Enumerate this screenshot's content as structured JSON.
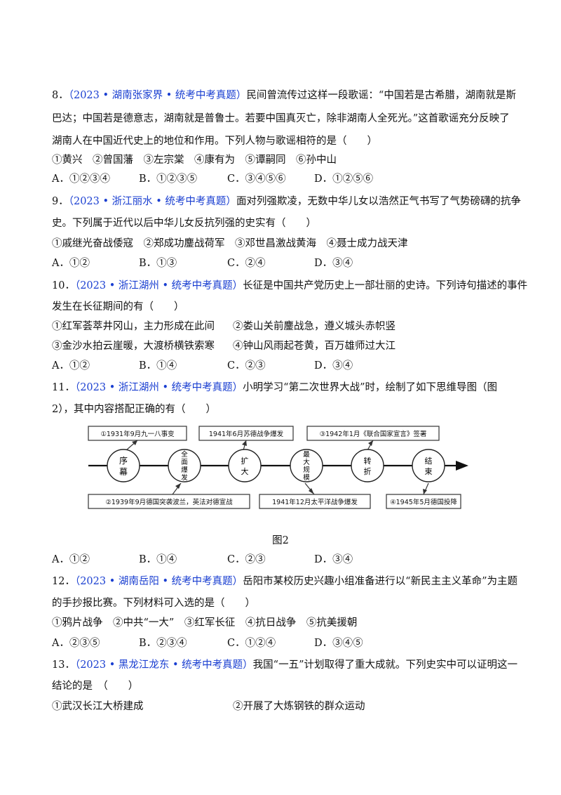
{
  "questions": [
    {
      "num": "8．",
      "source": "（2023 • 湖南张家界 • 统考中考真题）",
      "lines": [
        "民间曾流传过这样一段歌谣：“中国若是古希腊，湖南就是斯",
        "巴达；中国若是德意志，湖南就是普鲁士。若要中国真灭亡，除非湖南人全死光。”这首歌谣充分反映了",
        "湖南人在中国近代史上的地位和作用。下列人物与歌谣相符的是（　　）"
      ],
      "items": "①黄兴　②曾国藩　③左宗棠　④康有为　⑤谭嗣同　⑥孙中山",
      "options": [
        "A．①②③④",
        "B．①②③⑤",
        "C．③④⑤⑥",
        "D．①②⑤⑥"
      ]
    },
    {
      "num": "9．",
      "source": "（2023 • 浙江丽水 • 统考中考真题）",
      "lines": [
        "面对列强欺凌，无数中华儿女以浩然正气书写了气势磅礴的抗争",
        "史。下列属于近代以后中华儿女反抗列强的史实有（　　）"
      ],
      "items": "①戚继光奋战倭寇　②郑成功鏖战荷军　③邓世昌激战黄海　④聂士成力战天津",
      "options": [
        "A．①②",
        "B．①③",
        "C．②④",
        "D．③④"
      ]
    },
    {
      "num": "10．",
      "source": "（2023 • 浙江湖州 • 统考中考真题）",
      "lines": [
        "长征是中国共产党历史上一部壮丽的史诗。下列诗句描述的事件",
        "发生在长征期间的有（　　）"
      ],
      "items2": [
        [
          "①红军荟萃井冈山，主力形成在此间",
          "②娄山关前鏖战急，遵义城头赤帜竖"
        ],
        [
          "③金沙水拍云崖暖，大渡桥横铁索寒",
          "④钟山风雨起苍黄，百万雄师过大江"
        ]
      ],
      "options": [
        "A．①②",
        "B．①④",
        "C．②③",
        "D．③④"
      ]
    },
    {
      "num": "11．",
      "source": "（2023 • 浙江湖州 • 统考中考真题）",
      "lines": [
        "小明学习“第二次世界大战”时，绘制了如下思维导图（图",
        "2），其中内容搭配正确的有（　　）"
      ],
      "options": [
        "A．①②",
        "B．①④",
        "C．②③",
        "D．③④"
      ]
    },
    {
      "num": "12．",
      "source": "（2023 • 湖南岳阳 • 统考中考真题）",
      "lines": [
        "岳阳市某校历史兴趣小组准备进行以“新民主主义革命”为主题",
        "的手抄报比赛。下列材料可入选的是（　　）"
      ],
      "items": "①鸦片战争　②中共“一大”　③红军长征　④抗日战争　⑤抗美援朝",
      "options": [
        "A．②③⑤",
        "B．②③④",
        "C．①②④",
        "D．③④⑤"
      ]
    },
    {
      "num": "13．",
      "source": "（2023 • 黑龙江龙东 • 统考中考真题）",
      "lines": [
        "我国“一五”计划取得了重大成就。下列史实中可以证明这一",
        "结论的是　（　　）"
      ],
      "items2": [
        [
          "①武汉长江大桥建成",
          "②开展了大炼钢铁的群众运动"
        ]
      ]
    }
  ],
  "diagram": {
    "caption": "图2",
    "circles": [
      "序幕",
      "全面爆发",
      "扩大",
      "最大规模",
      "转折",
      "结束"
    ],
    "top_boxes": [
      "①1931年9月九一八事变",
      "1941年6月苏德战争爆发",
      "③1942年1月《联合国家宣言》签署"
    ],
    "bottom_boxes": [
      "②1939年9月德国突袭波兰，英法对德宣战",
      "1941年12月太平洋战争爆发",
      "④1945年5月德国投降"
    ]
  }
}
